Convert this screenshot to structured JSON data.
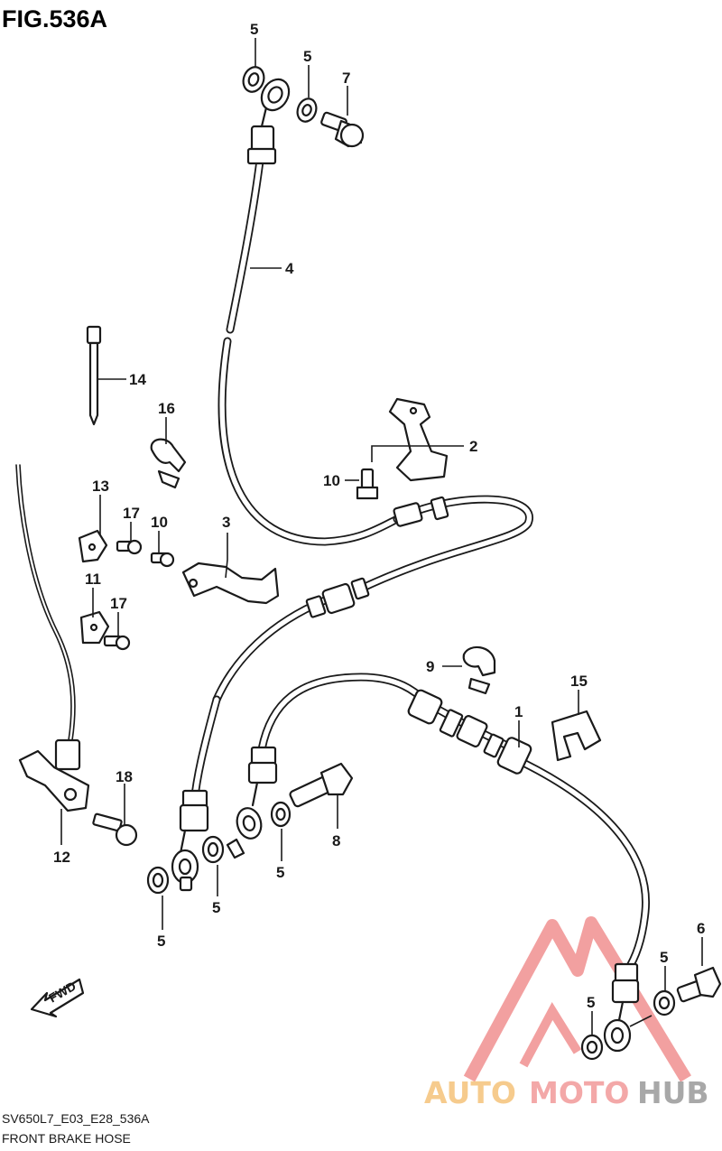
{
  "figure_title": "FIG.536A",
  "footer": {
    "model_code": "SV650L7_E03_E28_536A",
    "caption": "FRONT BRAKE HOSE"
  },
  "fwd_label": "FWD",
  "watermark": {
    "word_part_1": "AUTO",
    "word_part_2": "MOTO",
    "word_part_3": "HUB",
    "color_1": "#f5c37a",
    "color_2": "#f29a9a",
    "color_3": "#9a9a9a",
    "triangle_color": "#e85454"
  },
  "callouts": [
    "5",
    "5",
    "7",
    "4",
    "14",
    "16",
    "2",
    "10",
    "13",
    "17",
    "10",
    "3",
    "11",
    "17",
    "9",
    "15",
    "1",
    "18",
    "8",
    "12",
    "5",
    "5",
    "5",
    "5",
    "6",
    "5"
  ],
  "icons": [
    "fwd-arrow-icon",
    "watermark-triangle-icon"
  ]
}
